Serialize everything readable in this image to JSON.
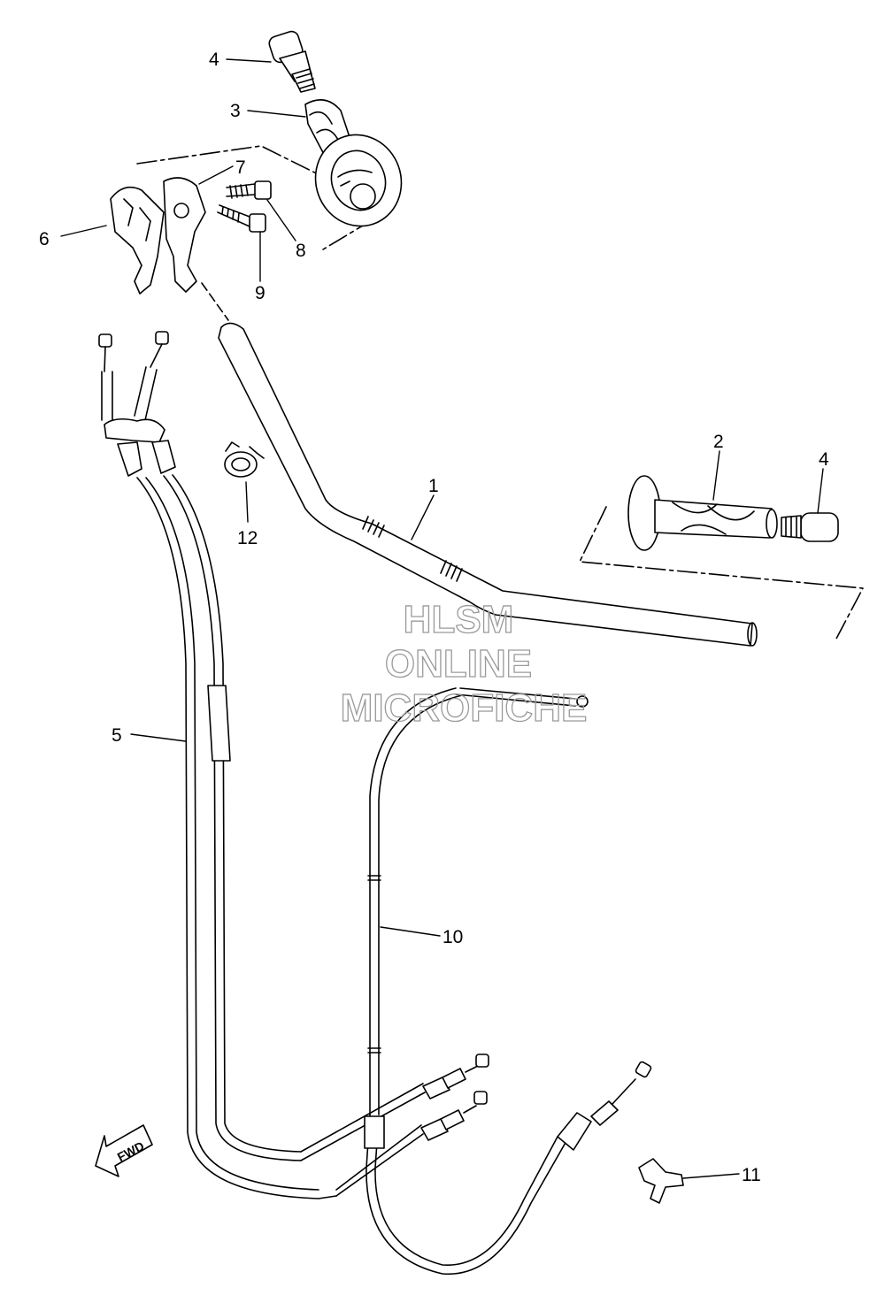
{
  "diagram": {
    "callouts": {
      "c1": "1",
      "c2": "2",
      "c3": "3",
      "c4a": "4",
      "c4b": "4",
      "c5": "5",
      "c6": "6",
      "c7": "7",
      "c8": "8",
      "c9": "9",
      "c10": "10",
      "c11": "11",
      "c12": "12"
    },
    "watermark": {
      "line1": "HLSM",
      "line2": "ONLINE",
      "line3": "MICROFICHE",
      "color": "#9a9a9a"
    },
    "fwd_label": "FWD",
    "line_color": "#000000"
  }
}
